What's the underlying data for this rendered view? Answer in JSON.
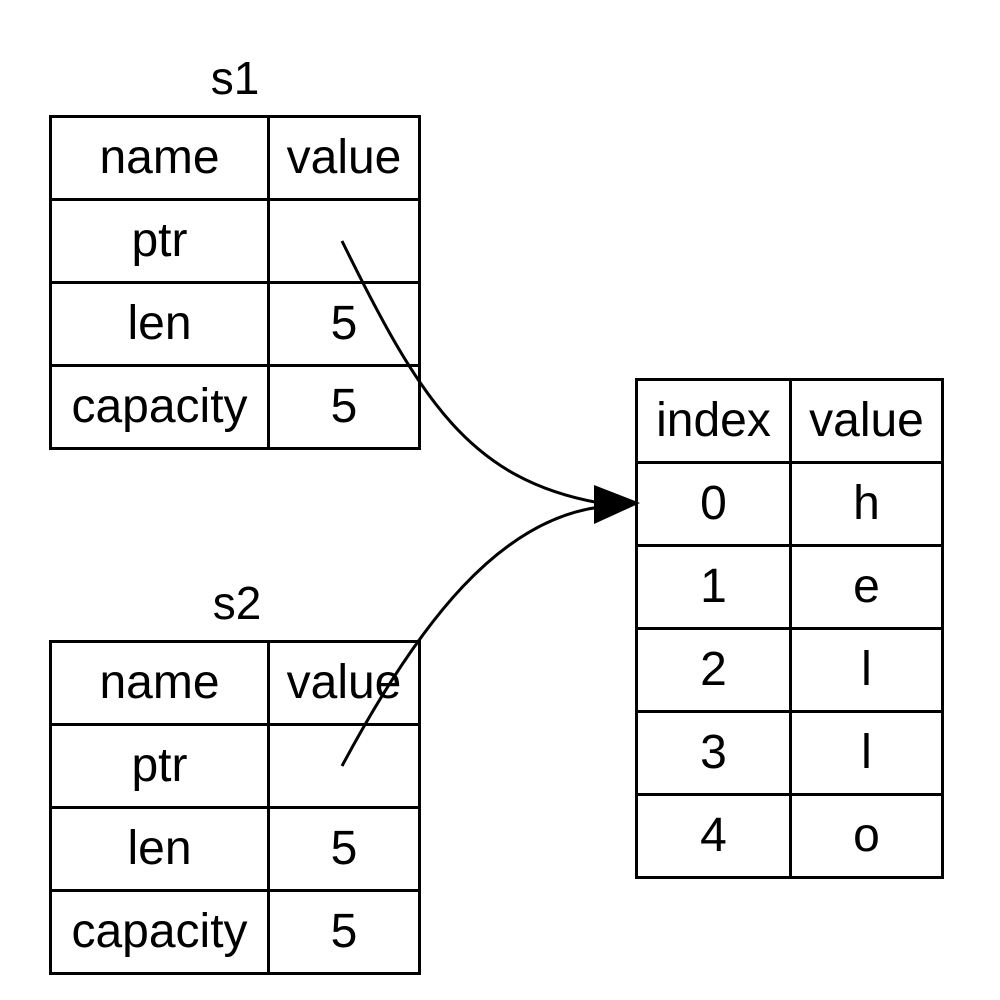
{
  "s1": {
    "title": "s1",
    "header": {
      "name": "name",
      "value": "value"
    },
    "rows": [
      {
        "name": "ptr",
        "value": ""
      },
      {
        "name": "len",
        "value": "5"
      },
      {
        "name": "capacity",
        "value": "5"
      }
    ]
  },
  "s2": {
    "title": "s2",
    "header": {
      "name": "name",
      "value": "value"
    },
    "rows": [
      {
        "name": "ptr",
        "value": ""
      },
      {
        "name": "len",
        "value": "5"
      },
      {
        "name": "capacity",
        "value": "5"
      }
    ]
  },
  "heap": {
    "header": {
      "index": "index",
      "value": "value"
    },
    "rows": [
      {
        "index": "0",
        "value": "h"
      },
      {
        "index": "1",
        "value": "e"
      },
      {
        "index": "2",
        "value": "l"
      },
      {
        "index": "3",
        "value": "l"
      },
      {
        "index": "4",
        "value": "o"
      }
    ]
  },
  "colors": {
    "line": "#000000",
    "background": "#ffffff"
  }
}
